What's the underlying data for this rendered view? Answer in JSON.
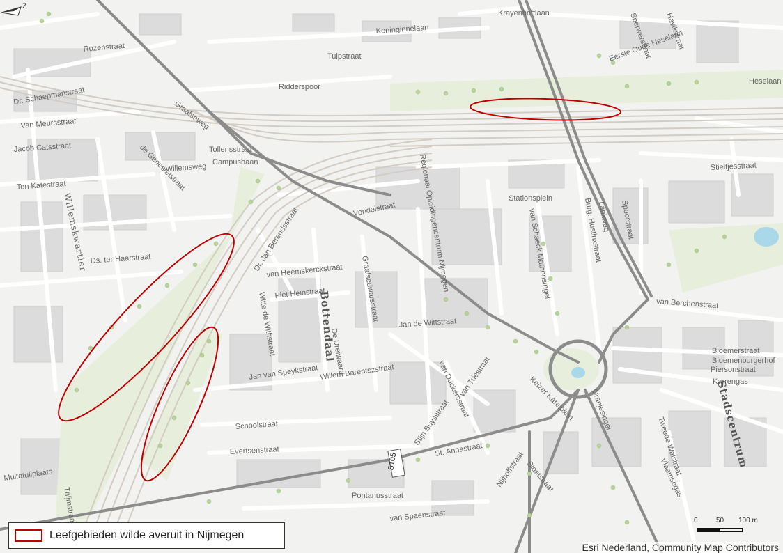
{
  "map": {
    "street_labels": [
      "Krayenhofflaan",
      "Koninginnelaan",
      "Tulpstraat",
      "Ridderspoor",
      "Rozenstraat",
      "Dr. Schaepmanstraat",
      "Van Meursstraat",
      "Graafseweg",
      "Tollensstraat",
      "Campusbaan",
      "Willemsweg",
      "Ten Katestraat",
      "Jacob Catsstraat",
      "de Genestetstraat",
      "Stationsplein",
      "Vondelstraat",
      "Dr. Jan Berendsstraat",
      "Ds. ter Haarstraat",
      "van Heemskerckstraat",
      "Piet Heinstraat",
      "Witte de Withstraat",
      "Graafsedwarsstraat",
      "Burg. Hustinxstraat",
      "Spoorstraat",
      "van Schaeck Mathonsingel",
      "Stieltjesstraat",
      "van Berchenstraat",
      "Bloemerstraat",
      "Bloemenburgerhof",
      "Piersonstraat",
      "Karrengas",
      "Jan de Wittstraat",
      "Jan van Speykstraat",
      "Willem Barentszstraat",
      "Schoolstraat",
      "Evertsenstraat",
      "St. Annastraat",
      "Pontanusstraat",
      "van Spaenstraat",
      "Sloetstraat",
      "Nijhoffstraat",
      "Keizer Karelplein",
      "Stijn Buysstraat",
      "van Triestraat",
      "van Duckersstraat",
      "Multatuliplaats",
      "Thijmstraat",
      "Heselaan",
      "Eerste Oude Heselaan",
      "Havikstraat",
      "Sperwerstraat",
      "Oranjesingel",
      "Tweede Walstraat",
      "Vlaamsegas",
      "De Dreiwaard",
      "Lankweg"
    ],
    "district_labels": [
      "Willemskwartier",
      "Bottendaal",
      "Stadscentrum"
    ],
    "road_shield": "S105",
    "railway_label": "Regionaal Opleidingencentrum Nijmegen"
  },
  "legend": {
    "label": "Leefgebieden wilde averuit in Nijmegen",
    "swatch_color": "#c00000"
  },
  "scale": {
    "ticks": [
      "0",
      "50",
      "100 m"
    ]
  },
  "north_arrow": {
    "icon": "north-arrow-icon",
    "label": "Z"
  },
  "credit": "Esri Nederland, Community Map Contributors"
}
